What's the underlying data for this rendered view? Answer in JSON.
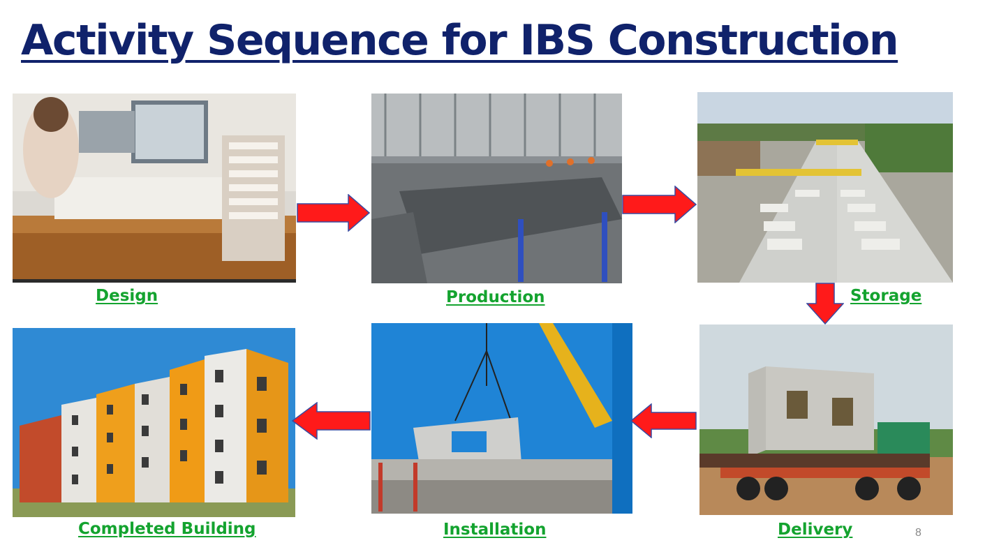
{
  "slide": {
    "title": "Activity Sequence for IBS Construction",
    "page_number": "8"
  },
  "steps": {
    "design": {
      "label": "Design",
      "image_icon": "design-office-photo"
    },
    "production": {
      "label": "Production",
      "image_icon": "factory-production-photo"
    },
    "storage": {
      "label": "Storage",
      "image_icon": "storage-yard-photo"
    },
    "delivery": {
      "label": "Delivery",
      "image_icon": "delivery-truck-photo"
    },
    "installation": {
      "label": "Installation",
      "image_icon": "crane-installation-photo"
    },
    "completed": {
      "label": "Completed Building",
      "image_icon": "completed-building-photo"
    }
  },
  "colors": {
    "title": "#10226b",
    "label": "#14a32f",
    "arrow_fill": "#ff1a1a",
    "arrow_stroke": "#3a4aa0"
  }
}
